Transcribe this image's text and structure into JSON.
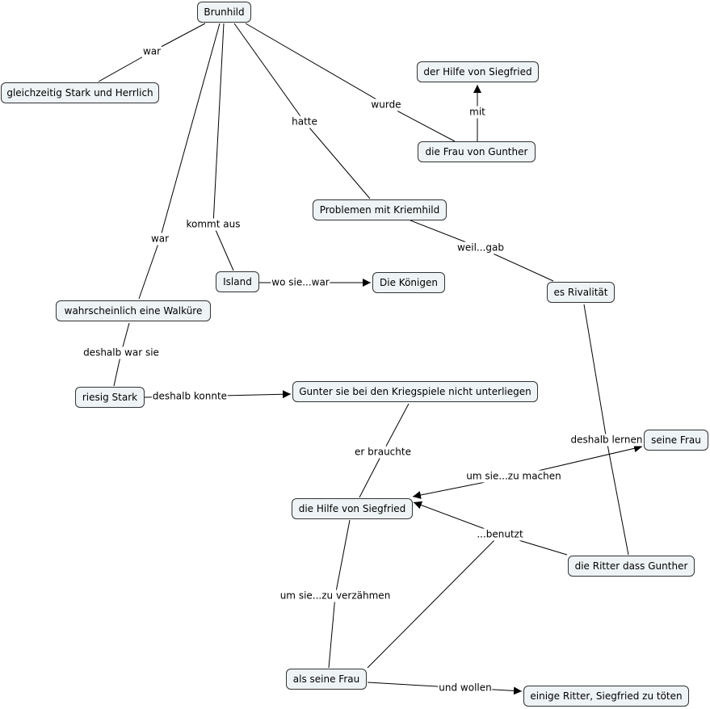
{
  "concept_map": {
    "nodes": {
      "brunhild": "Brunhild",
      "gleichzeitig": "gleichzeitig Stark und Herrlich",
      "hilfe_siegfried_top": "der Hilfe von Siegfried",
      "frau_gunther": "die Frau von Gunther",
      "problemen": "Problemen mit Kriemhild",
      "island": "Island",
      "koenigen": "Die Königen",
      "rivalitaet": "es Rivalität",
      "walkuere": "wahrscheinlich eine Walküre",
      "riesig": "riesig Stark",
      "gunter_kriegspiele": "Gunter sie bei den Kriegspiele nicht unterliegen",
      "seine_frau_right": "seine Frau",
      "hilfe_siegfried": "die Hilfe von Siegfried",
      "ritter": "die Ritter dass Gunther",
      "als_seine_frau": "als seine Frau",
      "einige_ritter": "einige Ritter, Siegfried zu töten"
    },
    "links": {
      "war_1": "war",
      "wurde": "wurde",
      "mit": "mit",
      "hatte": "hatte",
      "kommt_aus": "kommt aus",
      "war_2": "war",
      "weil_gab": "weil...gab",
      "wo_sie_war": "wo sie...war",
      "deshalb_war_sie": "deshalb war sie",
      "deshalb_konnte": "deshalb konnte",
      "er_brauchte": "er brauchte",
      "deshalb_lernen": "deshalb lernen",
      "um_sie_machen": "um sie...zu machen",
      "benutzt": "...benutzt",
      "um_sie_verzaehmen": "um sie...zu verzähmen",
      "und_wollen": "und wollen"
    }
  }
}
